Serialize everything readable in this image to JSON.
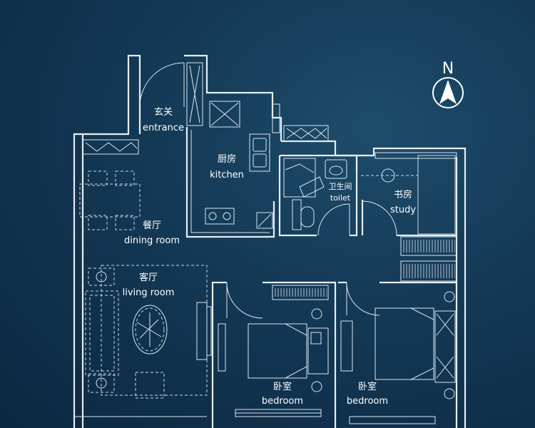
{
  "compass": {
    "letter": "N"
  },
  "rooms": {
    "entrance": {
      "cn": "玄关",
      "en": "entrance"
    },
    "kitchen": {
      "cn": "厨房",
      "en": "kitchen"
    },
    "toilet": {
      "cn": "卫生间",
      "en": "toilet"
    },
    "study": {
      "cn": "书房",
      "en": "study"
    },
    "dining": {
      "cn": "餐厅",
      "en": "dining room"
    },
    "living": {
      "cn": "客厅",
      "en": "living room"
    },
    "bedroom1": {
      "cn": "卧室",
      "en": "bedroom"
    },
    "bedroom2": {
      "cn": "卧室",
      "en": "bedroom"
    }
  },
  "colors": {
    "background": "#143a57",
    "line": "#e6eef5"
  }
}
